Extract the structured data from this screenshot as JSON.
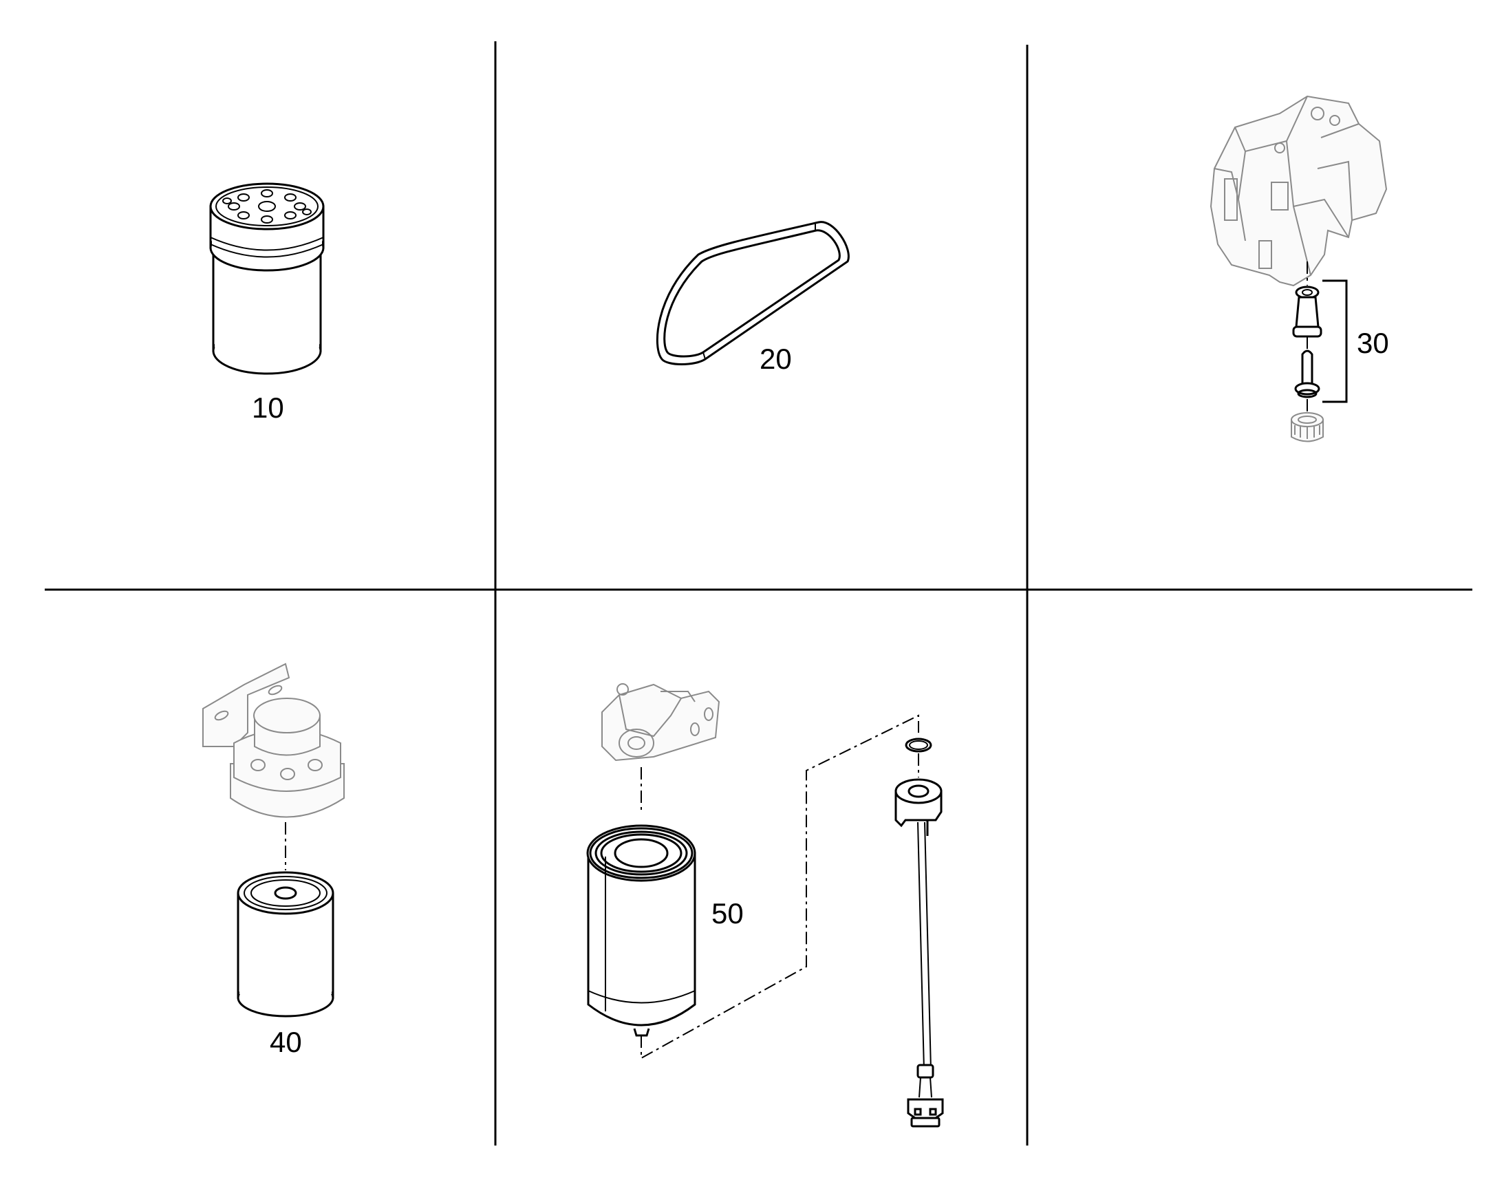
{
  "diagram": {
    "labels": {
      "item_10": "10",
      "item_20": "20",
      "item_30": "30",
      "item_40": "40",
      "item_50": "50"
    },
    "colors": {
      "line": "#000000",
      "phantom_part": "#8a8a8a",
      "background": "#ffffff"
    }
  }
}
